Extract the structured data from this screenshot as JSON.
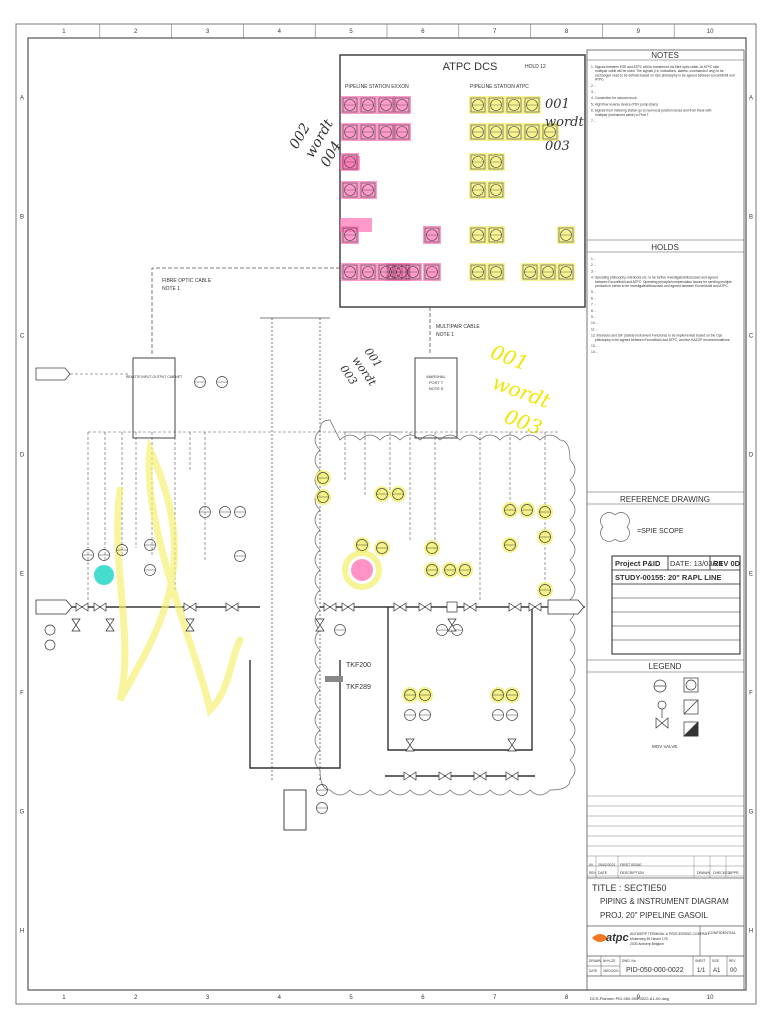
{
  "colors": {
    "line": "#4a4a4a",
    "pink_highlight": "#ff6fb3",
    "yellow_highlight": "#f4f06a",
    "cyan_highlight": "#27d6c8",
    "logo_blue": "#1b55a8",
    "logo_orange": "#f07820"
  },
  "border": {
    "columns": [
      "1",
      "2",
      "3",
      "4",
      "5",
      "6",
      "7",
      "8",
      "9",
      "10"
    ],
    "rows": [
      "A",
      "B",
      "C",
      "D",
      "E",
      "F",
      "G",
      "H"
    ]
  },
  "dcs": {
    "title": "ATPC DCS",
    "hold": "HOLD 12",
    "left_label": "PIPELINE STATION EXXON",
    "right_label": "PIPELINE STATION ATPC"
  },
  "annotations": {
    "top_left": [
      "002",
      "wordt",
      "004"
    ],
    "top_right": [
      "001",
      "wordt",
      "003"
    ],
    "middle_left": [
      "001",
      "wordt",
      "003"
    ],
    "middle_right": [
      "001",
      "wordt",
      "003"
    ]
  },
  "diagram": {
    "fibre_label": "FIBRE OPTIC CABLE",
    "fibre_note": "NOTE 1",
    "multipair_label": "MULTIPAIR CABLE",
    "multipair_note": "NOTE 1",
    "rio_cabinet": "REMOTE INPUT-OUTPUT CABINET",
    "marsh_box": [
      "MARSHAL",
      "POST T",
      "NOTE 5"
    ],
    "tkf_1": "TKF200",
    "tkf_2": "TKF289"
  },
  "notes": {
    "heading": "NOTES",
    "items": [
      "1.  Signals between ESE and ATPC will be transferred via fibre optic cable. At ATPC side multipair cable will be used. The signals (i.e. indications, alarms, commands if any) to be exchanged need to be defined based on Ops philosophy to be agreed between ExxonMobil and ATPC.",
      "2.  -",
      "3.  -",
      "4.  Connection for vacuum truck.",
      "5.  High flow reverse device (PSV pump (line))",
      "6.  Signals from metering station go to new local junction boxes and from there with multipair (instrument cable) to Post T.",
      "7.  -"
    ]
  },
  "holds": {
    "heading": "HOLDS",
    "items": [
      "1.  -",
      "2.  -",
      "3.  -",
      "4.  Operating philosophy, interlocks etc. to be further investigated/discussed and agreed between ExxonMobil and ATPC. Operating principle/compensation issues for sending multiple products in series to be investigated/discussed and agreed between ExxonMobil and ATPC.",
      "5.  -",
      "6.  -",
      "7.  -",
      "8.  -",
      "9.  -",
      "10. -",
      "11. -",
      "12. Interlocks and SIF (Safety Instrument Functions) to be implemented based on the Ops philosophy to be agreed between ExxonMobil and ATPC, and the HAZOP recommendations.",
      "13. -",
      "14. -"
    ]
  },
  "reference": {
    "heading": "REFERENCE DRAWING",
    "scope": "=SPIE SCOPE"
  },
  "study": {
    "project": "Project P&ID",
    "date": "DATE: 13/03/24",
    "rev": "REV 0D",
    "title": "STUDY-00155: 20\" RAPL LINE"
  },
  "legend": {
    "heading": "LEGEND",
    "mov": "MOV VALVE"
  },
  "revision": {
    "cols": [
      "REV",
      "DATE",
      "DESCRIPTION",
      "DRAWN",
      "CHECKED",
      "APPR."
    ],
    "row1": [
      "00",
      "25/02/2021",
      "FIRST ISSUE"
    ]
  },
  "title_block": {
    "title": "TITLE : SECTIE50",
    "line2": "PIPING & INSTRUMENT DIAGRAM",
    "line3": "PROJ. 20\" PIPELINE GASOIL",
    "company_logo": "atpc",
    "company": [
      "ANTWERP TERMINAL & PROCESSING COMPANY",
      "Molenweg 35 Haven 178",
      "2030 Antwerp Belgium"
    ],
    "confidential": "CONFIDENTIAL",
    "drawn_label": "DRAWN",
    "drawn_value": "NH+LZS",
    "date_label": "DATE",
    "date_value": "25/02/2021",
    "dwg_label": "DWG. No",
    "dwg_value": "PID-050-000-0022",
    "sheet_label": "SHEET",
    "sheet_value": "1/1",
    "size_label": "SIZE",
    "size_value": "A1",
    "rev_label": "REV",
    "rev_value": "00",
    "footer": "DCS-Plannen  PID-050-000-0022-A1-00.dwg"
  }
}
